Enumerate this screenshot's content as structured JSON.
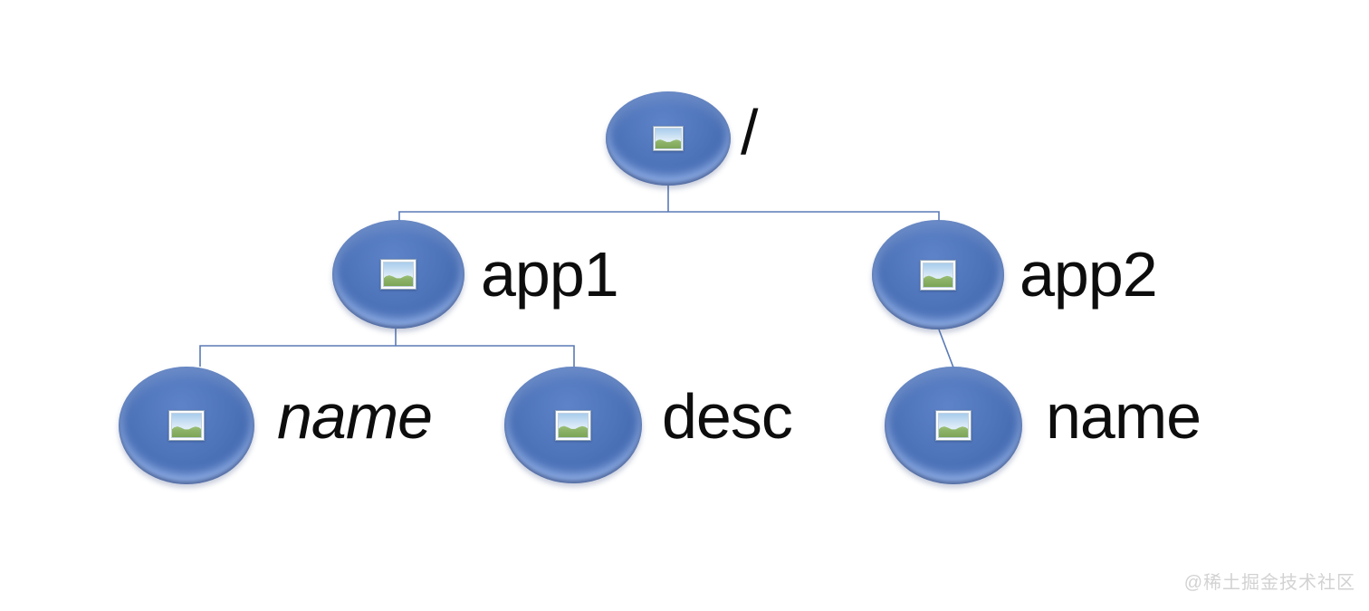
{
  "diagram": {
    "type": "tree",
    "nodes": [
      {
        "id": "root",
        "label": "/",
        "icon": "image-icon",
        "italic": false,
        "parent": null
      },
      {
        "id": "app1",
        "label": "app1",
        "icon": "image-icon",
        "italic": false,
        "parent": "/"
      },
      {
        "id": "app2",
        "label": "app2",
        "icon": "image-icon",
        "italic": false,
        "parent": "/"
      },
      {
        "id": "app1-name",
        "label": "name",
        "icon": "image-icon",
        "italic": true,
        "parent": "app1"
      },
      {
        "id": "app1-desc",
        "label": "desc",
        "icon": "image-icon",
        "italic": false,
        "parent": "app1"
      },
      {
        "id": "app2-name",
        "label": "name",
        "icon": "image-icon",
        "italic": false,
        "parent": "app2"
      }
    ],
    "edges": [
      {
        "from": "/",
        "to": "app1"
      },
      {
        "from": "/",
        "to": "app2"
      },
      {
        "from": "app1",
        "to": "name"
      },
      {
        "from": "app1",
        "to": "desc"
      },
      {
        "from": "app2",
        "to": "name"
      }
    ],
    "colors": {
      "node_fill": "#4d73b9",
      "node_highlight": "#5e83c9",
      "node_edge_dark": "#2f5090",
      "node_rim_light": "#aac5f8",
      "connector": "#5a7ab5",
      "label_text": "#0d0d0d",
      "background": "#ffffff"
    }
  },
  "watermark": {
    "text": "@稀土掘金技术社区",
    "color": "#d2d2d2"
  }
}
